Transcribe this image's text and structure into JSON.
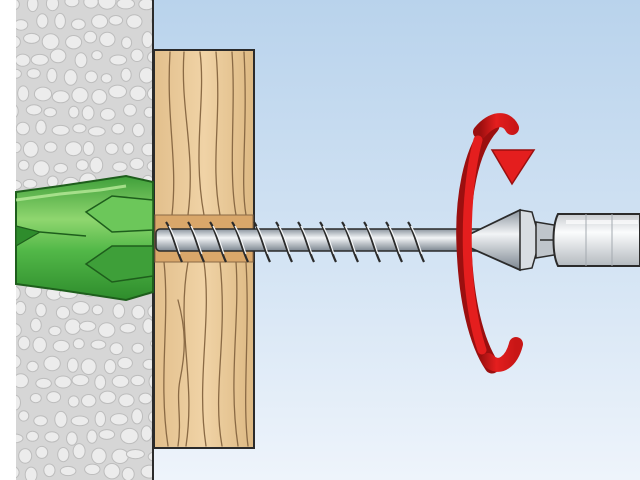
{
  "scene": {
    "name": "screw-fixing-illustration",
    "depicts": [
      "masonry-wall",
      "wall-plug",
      "wooden-board",
      "screw",
      "screwdriver",
      "rotation-arrow"
    ],
    "colors": {
      "background_sky": "#b9d3ec",
      "background_sky_light": "#eef4fb",
      "masonry_base": "#d6d6d6",
      "masonry_pebble": "#ececec",
      "plug_green": "#52b848",
      "plug_green_dark": "#2e8c2c",
      "plug_green_light": "#8fd66f",
      "wood": "#e8c99a",
      "wood_grain": "#8a6a45",
      "bore_hole": "#d9a76a",
      "screw_metal": "#a8b0b8",
      "screw_metal_light": "#f2f4f6",
      "screwdriver_handle": "#e6e8ea",
      "arrow_red": "#e41e1e",
      "arrow_red_dark": "#9b0f0f",
      "outline": "#2b2b2b"
    },
    "rotation": {
      "direction": "clockwise"
    }
  }
}
